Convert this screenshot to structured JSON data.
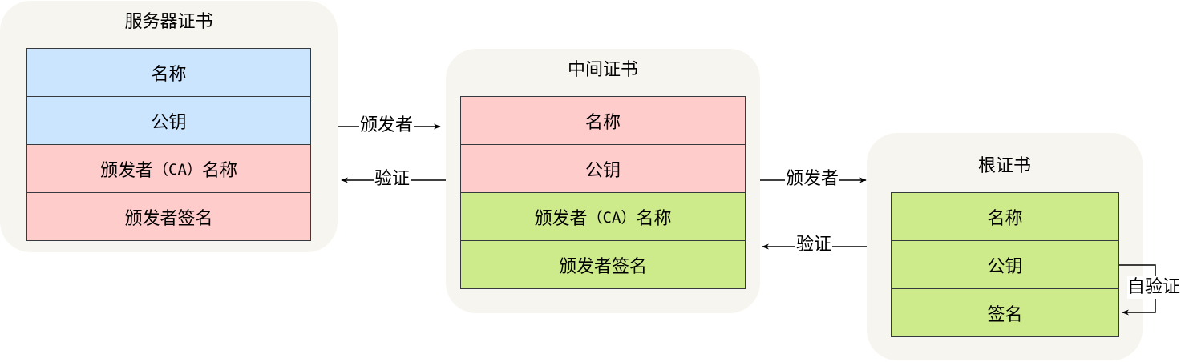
{
  "server_cert": {
    "title": "服务器证书",
    "fields": [
      "名称",
      "公钥",
      "颁发者",
      "（CA）",
      "名称",
      "颁发者签名"
    ]
  },
  "intermediate_cert": {
    "title": "中间证书",
    "fields": [
      "名称",
      "公钥",
      "颁发者",
      "（CA）",
      "名称",
      "颁发者签名"
    ]
  },
  "root_cert": {
    "title": "根证书",
    "fields": [
      "名称",
      "公钥",
      "签名"
    ]
  },
  "edges": {
    "issuer_label": "颁发者",
    "verify_label": "验证",
    "self_verify_label": "自验证"
  },
  "colors": {
    "group_background": "#f7f5ef",
    "subject_blue": "#cce5ff",
    "issuer_red": "#ffcccc",
    "issuer_green": "#cdeb8b",
    "stroke": "#36393d"
  }
}
